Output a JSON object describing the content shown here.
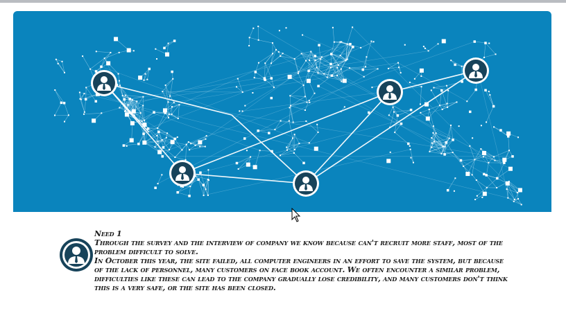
{
  "colors": {
    "banner_bg": "#0a84bd",
    "node_ring": "#ffffff",
    "node_fill": "#17435a",
    "text": "#1c1c1c"
  },
  "banner": {
    "description_icon": "world-network-map",
    "people_icons": [
      "person-icon",
      "person-icon",
      "person-icon",
      "person-icon",
      "person-icon"
    ]
  },
  "need": {
    "title": "Need 1",
    "paragraph1": "Through the survey and the interview of company we know because can't recruit more staff, most of the problem difficult to solve.",
    "paragraph2": "In October this year, the site failed, all computer engineers in an effort to save the system, but because of the lack of personnel, many customers on face book account. We often encounter a similar problem, difficulties like these can lead to the company gradually lose credibility, and many customers don't think this is a very safe, or the site has been closed."
  }
}
